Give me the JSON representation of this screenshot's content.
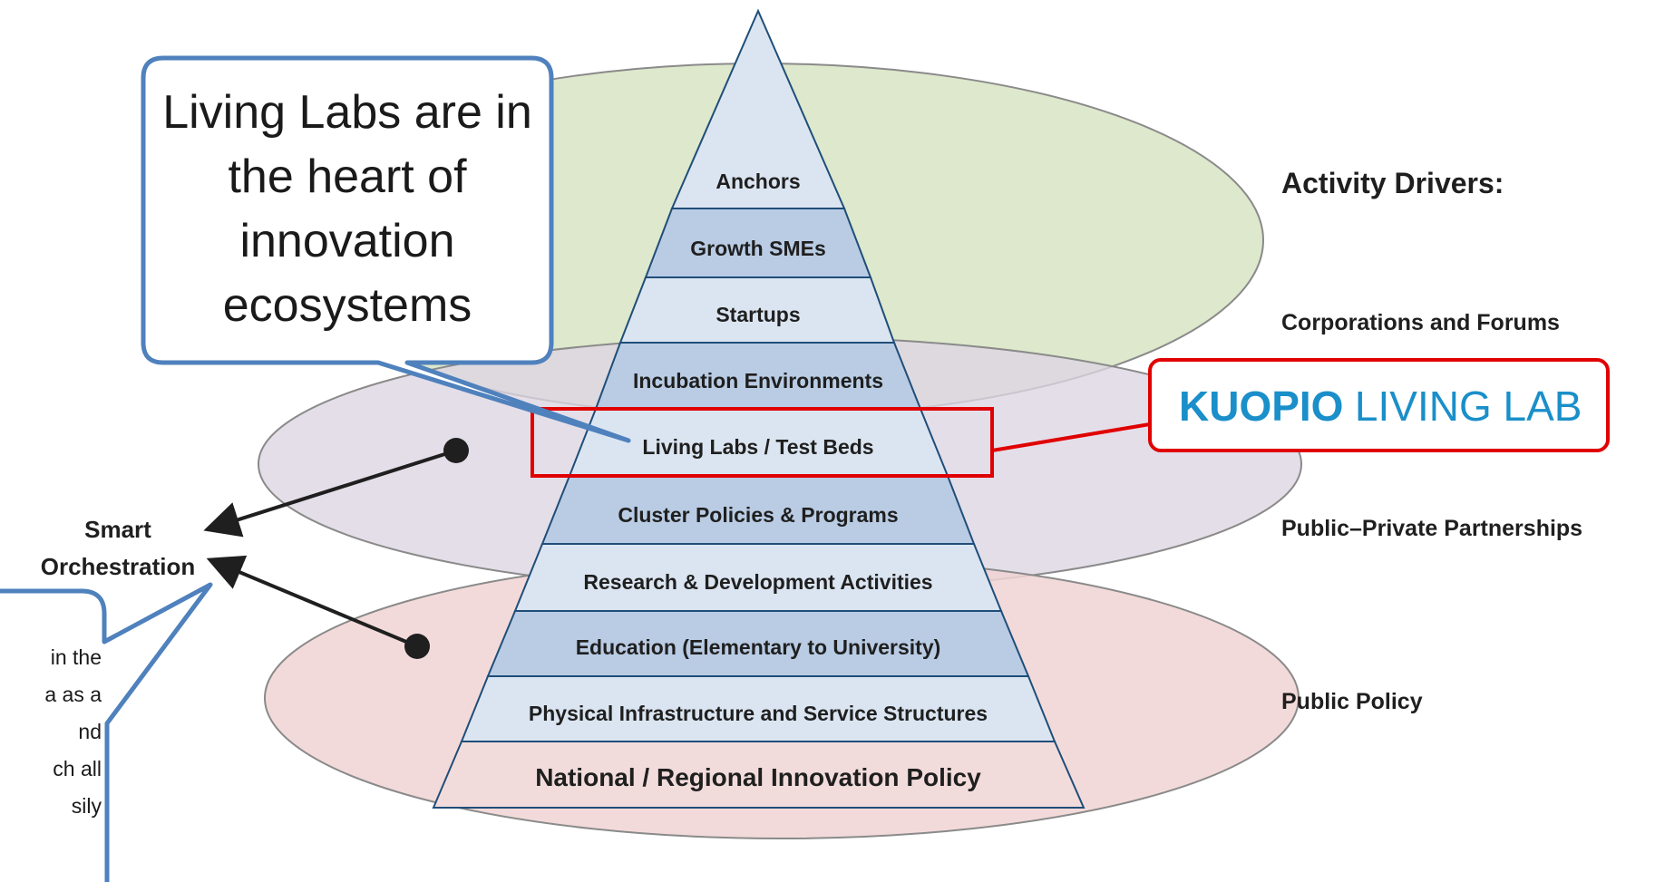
{
  "pyramid_levels": [
    "Anchors",
    "Growth SMEs",
    "Startups",
    "Incubation Environments",
    "Living Labs / Test Beds",
    "Cluster Policies & Programs",
    "Research & Development Activities",
    "Education (Elementary to University)",
    "Physical Infrastructure and Service Structures",
    "National / Regional Innovation Policy"
  ],
  "drivers": {
    "title": "Activity Drivers:",
    "items": [
      "Corporations and Forums",
      "Public–Private Partnerships",
      "Public Policy"
    ]
  },
  "orchestration": {
    "line1": "Smart",
    "line2": "Orchestration"
  },
  "callout_main": {
    "lines": [
      "Living Labs are in",
      "the heart of",
      "innovation",
      "ecosystems"
    ]
  },
  "callout_small": {
    "lines": [
      "in the",
      "a as a",
      "nd",
      "ch all",
      "sily"
    ]
  },
  "logo": {
    "strong": "KUOPIO",
    "light": "LIVING LAB"
  },
  "colors": {
    "ellipse_green": "#dde8cc",
    "ellipse_purple": "#ddd5e3",
    "ellipse_red": "#f1d4d4",
    "pyramid_light": "#dbe5f1",
    "pyramid_mid": "#b9cce4",
    "pyramid_base": "#f2dcdb",
    "pyramid_stroke": "#1f4e79",
    "callout_stroke": "#4f81bd",
    "highlight": "#e00000",
    "logo_blue": "#1a8fc9"
  }
}
